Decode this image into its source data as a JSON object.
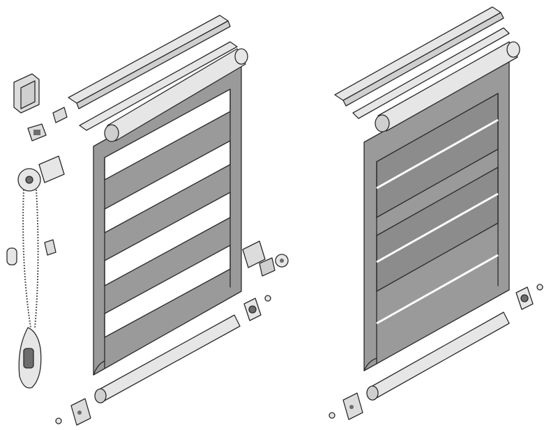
{
  "illustration": {
    "kind": "exploded-view",
    "fabric_color": "#9a9a9a",
    "metal_color": "#e6e6e6",
    "line_color": "#2a2a2a",
    "left_assembly": {
      "stripe_count": 4,
      "parts": [
        "top-profile",
        "bottom-slat",
        "fabric-roller",
        "bottom-bar",
        "wall-bracket",
        "end-cap",
        "chain-control-unit",
        "bead-chain",
        "chain-weight",
        "chain-stopper",
        "chain-tensioner",
        "ceiling-bracket",
        "idle-end-plug"
      ]
    },
    "right_assembly": {
      "stripe_count": 4,
      "parts": [
        "top-profile",
        "bottom-slat",
        "fabric-roller",
        "bottom-bar",
        "idle-end-plug",
        "end-cap"
      ]
    }
  }
}
